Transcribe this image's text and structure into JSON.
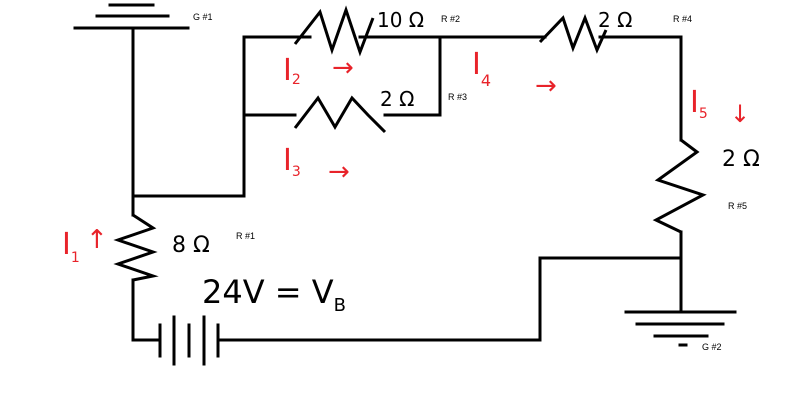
{
  "colors": {
    "wire": "#000000",
    "current": "#e8232a",
    "background": "#ffffff"
  },
  "grounds": [
    {
      "tag": "G #1"
    },
    {
      "tag": "G #2"
    }
  ],
  "resistors": [
    {
      "id": "r1",
      "tag": "R #1",
      "value": "8 Ω"
    },
    {
      "id": "r2",
      "tag": "R #2",
      "value": "10 Ω"
    },
    {
      "id": "r3",
      "tag": "R #3",
      "value": "2 Ω"
    },
    {
      "id": "r4",
      "tag": "R #4",
      "value": "2 Ω"
    },
    {
      "id": "r5",
      "tag": "R #5",
      "value": "2 Ω"
    }
  ],
  "source": {
    "label": "24V = V",
    "subscript": "B"
  },
  "currents": [
    {
      "id": "i1",
      "label": "I",
      "subscript": "1",
      "arrow": "↑"
    },
    {
      "id": "i2",
      "label": "I",
      "subscript": "2",
      "arrow": "→"
    },
    {
      "id": "i3",
      "label": "I",
      "subscript": "3",
      "arrow": "→"
    },
    {
      "id": "i4",
      "label": "I",
      "subscript": "4",
      "arrow": "→"
    },
    {
      "id": "i5",
      "label": "I",
      "subscript": "5",
      "arrow": "↓"
    }
  ]
}
